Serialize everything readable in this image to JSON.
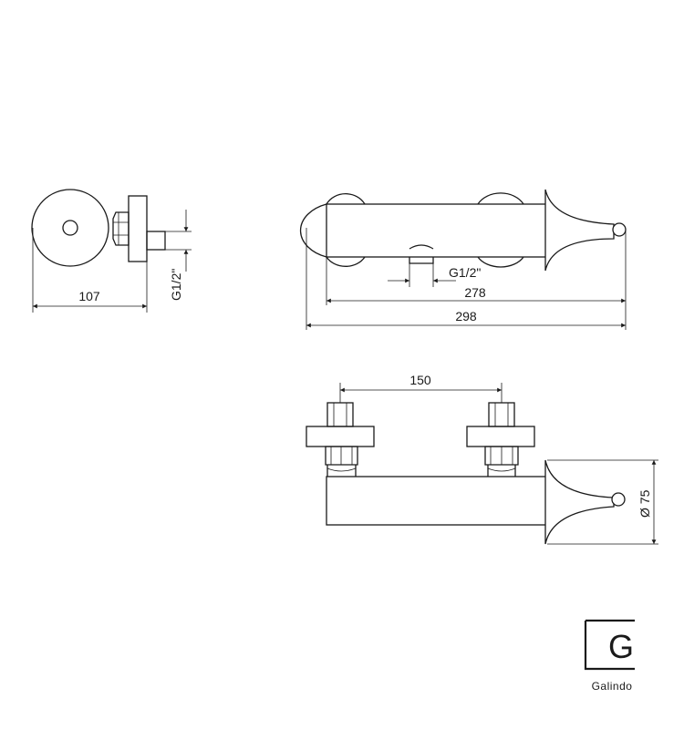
{
  "dimensions": {
    "side_width": "107",
    "side_thread": "G1/2\"",
    "front_thread": "G1/2\"",
    "front_length_inner": "278",
    "front_length_total": "298",
    "top_centers": "150",
    "top_diameter": "Ø 75"
  },
  "brand": {
    "letter": "G",
    "name": "Galindo"
  }
}
